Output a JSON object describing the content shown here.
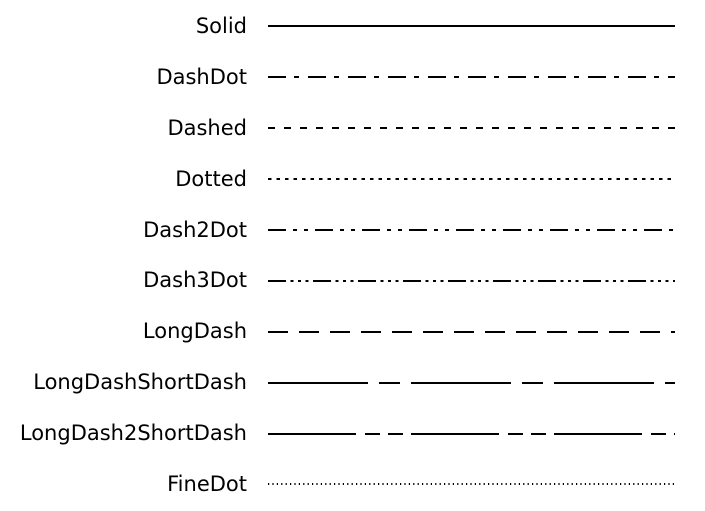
{
  "figure": {
    "background": "#ffffff",
    "line_color": "#000000",
    "line_width": 2,
    "line_length": 407,
    "rows": [
      {
        "label": "Solid",
        "dash": ""
      },
      {
        "label": "DashDot",
        "dash": "18 8 5 9"
      },
      {
        "label": "Dashed",
        "dash": "7 9"
      },
      {
        "label": "Dotted",
        "dash": "3.5 5"
      },
      {
        "label": "Dash2Dot",
        "dash": "18 7 4 7 4 7"
      },
      {
        "label": "Dash3Dot",
        "dash": "18 4.5 3 4.5 3 4.5 3 4.5"
      },
      {
        "label": "LongDash",
        "dash": "20 11"
      },
      {
        "label": "LongDashShortDash",
        "dash": "100 11 21 11"
      },
      {
        "label": "LongDash2ShortDash",
        "dash": "88 9 15 8 15 8"
      },
      {
        "label": "FineDot",
        "dash": "1.2 3.2"
      }
    ]
  }
}
